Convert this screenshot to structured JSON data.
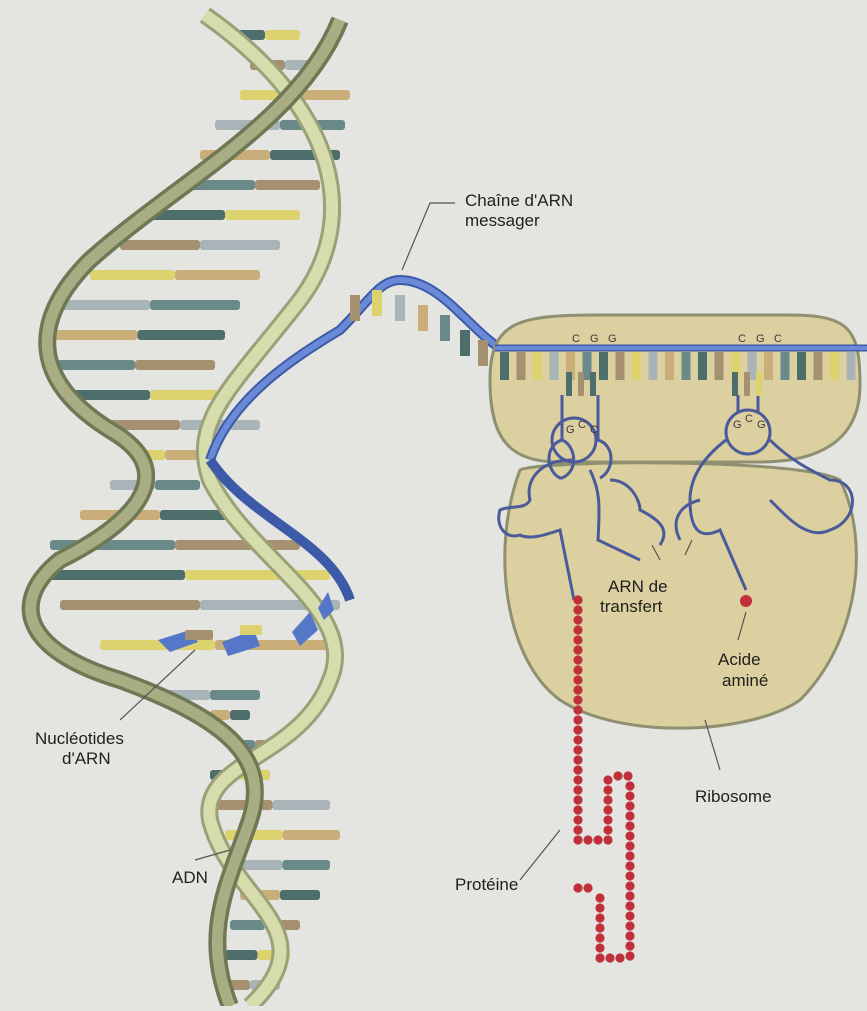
{
  "labels": {
    "mrna_line1": "Chaîne d'ARN",
    "mrna_line2": "messager",
    "nucleotides_line1": "Nucléotides",
    "nucleotides_line2": "d'ARN",
    "adn": "ADN",
    "trna_line1": "ARN de",
    "trna_line2": "transfert",
    "amino_line1": "Acide",
    "amino_line2": "aminé",
    "ribosome": "Ribosome",
    "protein": "Protéine"
  },
  "codons": {
    "left_codon": [
      "C",
      "G",
      "G"
    ],
    "right_codon": [
      "C",
      "G",
      "C"
    ],
    "left_anticodon": [
      "G",
      "C",
      "C"
    ],
    "right_anticodon": [
      "G",
      "C",
      "G"
    ]
  },
  "colors": {
    "background": "#e4e4e0",
    "dna_strand_light": "#d6dcab",
    "dna_strand_dark": "#8f9a6a",
    "rna_blue": "#5577c8",
    "ribosome_fill": "#dccfa0",
    "ribosome_edge": "#8e9070",
    "trna_line": "#4a5a9a",
    "protein_red": "#c0303a",
    "base_colors": [
      "#4e6e6c",
      "#a59170",
      "#dcd36e",
      "#a8b4b8",
      "#c9ae7a",
      "#6a8a8a"
    ]
  }
}
